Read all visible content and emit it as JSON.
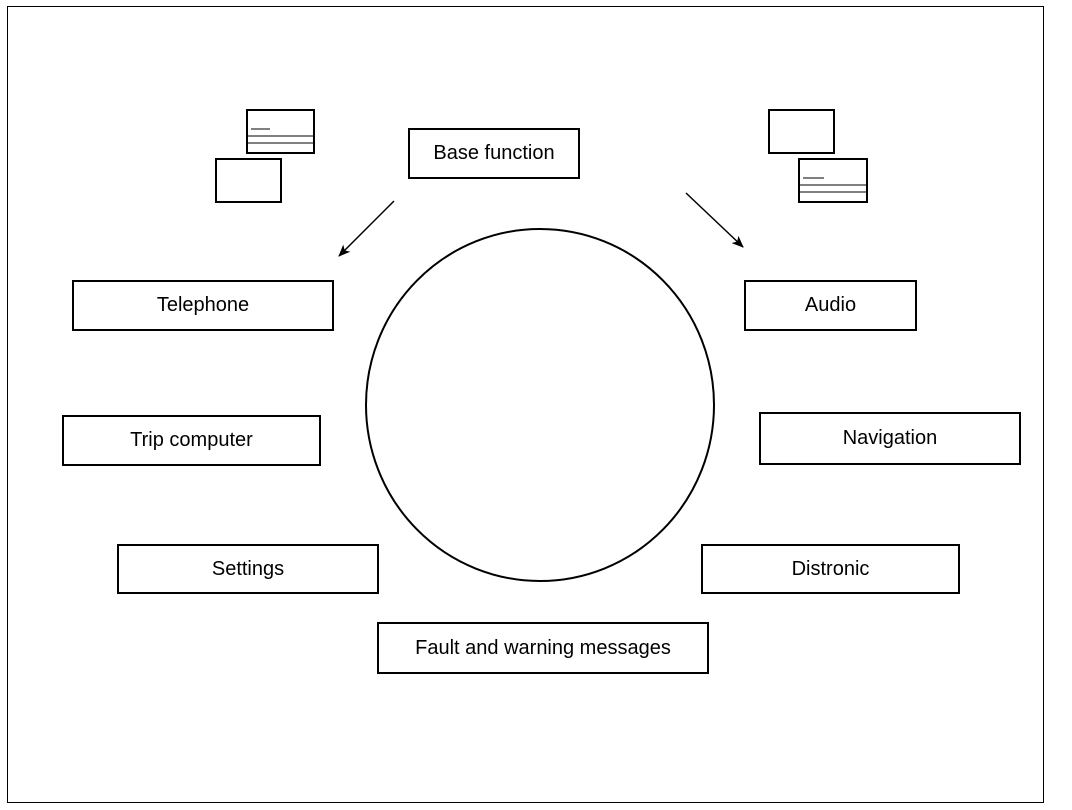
{
  "diagram": {
    "center_node": {
      "label": "Base function"
    },
    "nodes": [
      {
        "id": "telephone",
        "label": "Telephone"
      },
      {
        "id": "audio",
        "label": "Audio"
      },
      {
        "id": "trip-computer",
        "label": "Trip computer"
      },
      {
        "id": "navigation",
        "label": "Navigation"
      },
      {
        "id": "settings",
        "label": "Settings"
      },
      {
        "id": "distronic",
        "label": "Distronic"
      },
      {
        "id": "fault-warning",
        "label": "Fault and warning messages"
      }
    ],
    "icons": [
      "display-screens-icon-left",
      "display-screens-icon-right"
    ]
  }
}
